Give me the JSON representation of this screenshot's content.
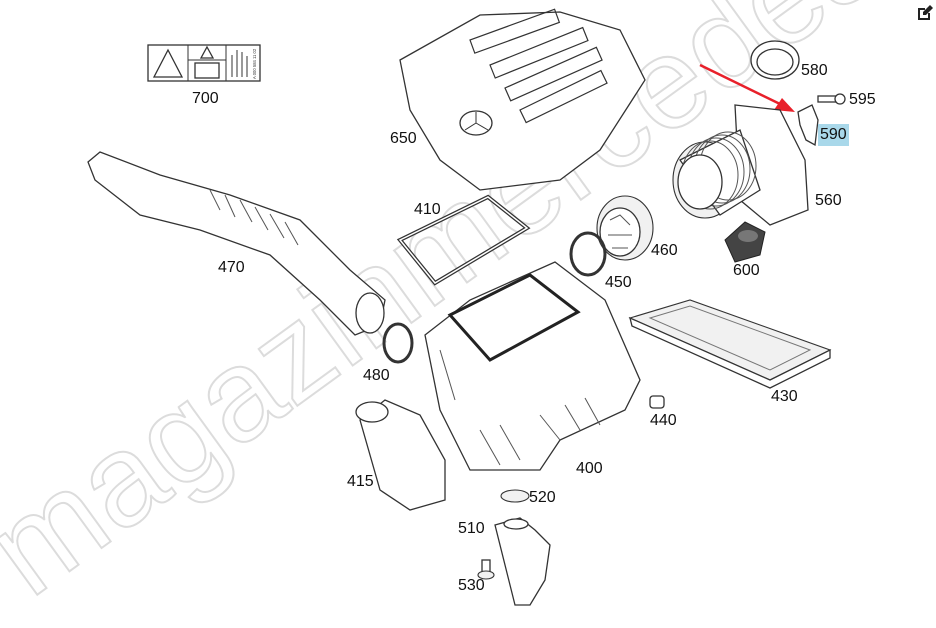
{
  "toolbar": {
    "edit_icon": "edit-icon"
  },
  "watermark": "magazinmercedes.ru",
  "highlight_color": "#a9d8ea",
  "arrow_color": "#e8202a",
  "warning_label_text": "A 000 584 11 02",
  "parts": [
    {
      "id": "700",
      "label": "700"
    },
    {
      "id": "650",
      "label": "650"
    },
    {
      "id": "580",
      "label": "580"
    },
    {
      "id": "595",
      "label": "595"
    },
    {
      "id": "590",
      "label": "590",
      "highlighted": true
    },
    {
      "id": "560",
      "label": "560"
    },
    {
      "id": "470",
      "label": "470"
    },
    {
      "id": "410",
      "label": "410"
    },
    {
      "id": "460",
      "label": "460"
    },
    {
      "id": "600",
      "label": "600"
    },
    {
      "id": "450",
      "label": "450"
    },
    {
      "id": "430",
      "label": "430"
    },
    {
      "id": "480",
      "label": "480"
    },
    {
      "id": "440",
      "label": "440"
    },
    {
      "id": "400",
      "label": "400"
    },
    {
      "id": "415",
      "label": "415"
    },
    {
      "id": "520",
      "label": "520"
    },
    {
      "id": "510",
      "label": "510"
    },
    {
      "id": "530",
      "label": "530"
    }
  ]
}
